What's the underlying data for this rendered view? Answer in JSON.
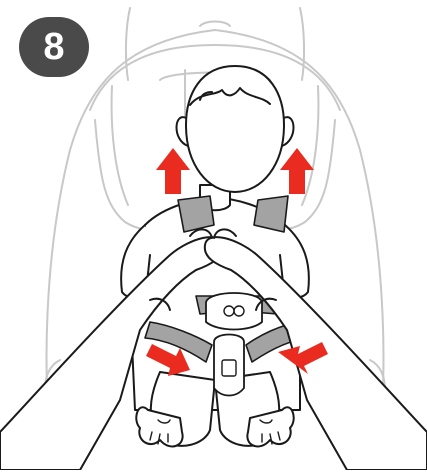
{
  "step": {
    "number": "8",
    "badge_color": "#4a4a4a"
  },
  "colors": {
    "arrow": "#ea2b1f",
    "strap": "#a3a3a3",
    "seat_outline": "#c8c8c8",
    "line": "#1a1a1a"
  },
  "arrows": [
    {
      "name": "up-arrow-left",
      "direction": "up"
    },
    {
      "name": "up-arrow-right",
      "direction": "up"
    },
    {
      "name": "inward-arrow-left",
      "direction": "right-down"
    },
    {
      "name": "inward-arrow-right",
      "direction": "left-down"
    }
  ]
}
